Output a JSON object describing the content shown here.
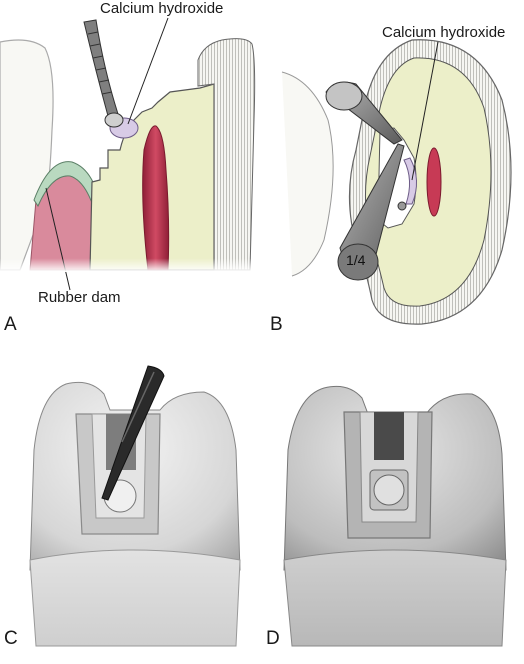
{
  "panel_a": {
    "letter": "A",
    "callout_top": "Calcium hydroxide",
    "callout_bottom": "Rubber dam"
  },
  "panel_b": {
    "letter": "B",
    "callout_top": "Calcium hydroxide",
    "instrument_size": "1/4"
  },
  "panel_c": {
    "letter": "C"
  },
  "panel_d": {
    "letter": "D"
  },
  "colors": {
    "dentin": "#ecefc9",
    "pulp": "#c73a55",
    "gingiva": "#d98a9c",
    "rubber_dam": "#b9d9c0",
    "calcium_hydroxide": "#d8cbe6",
    "instrument": "#8e8e8e",
    "enamel_border": "#f4f4f0"
  }
}
